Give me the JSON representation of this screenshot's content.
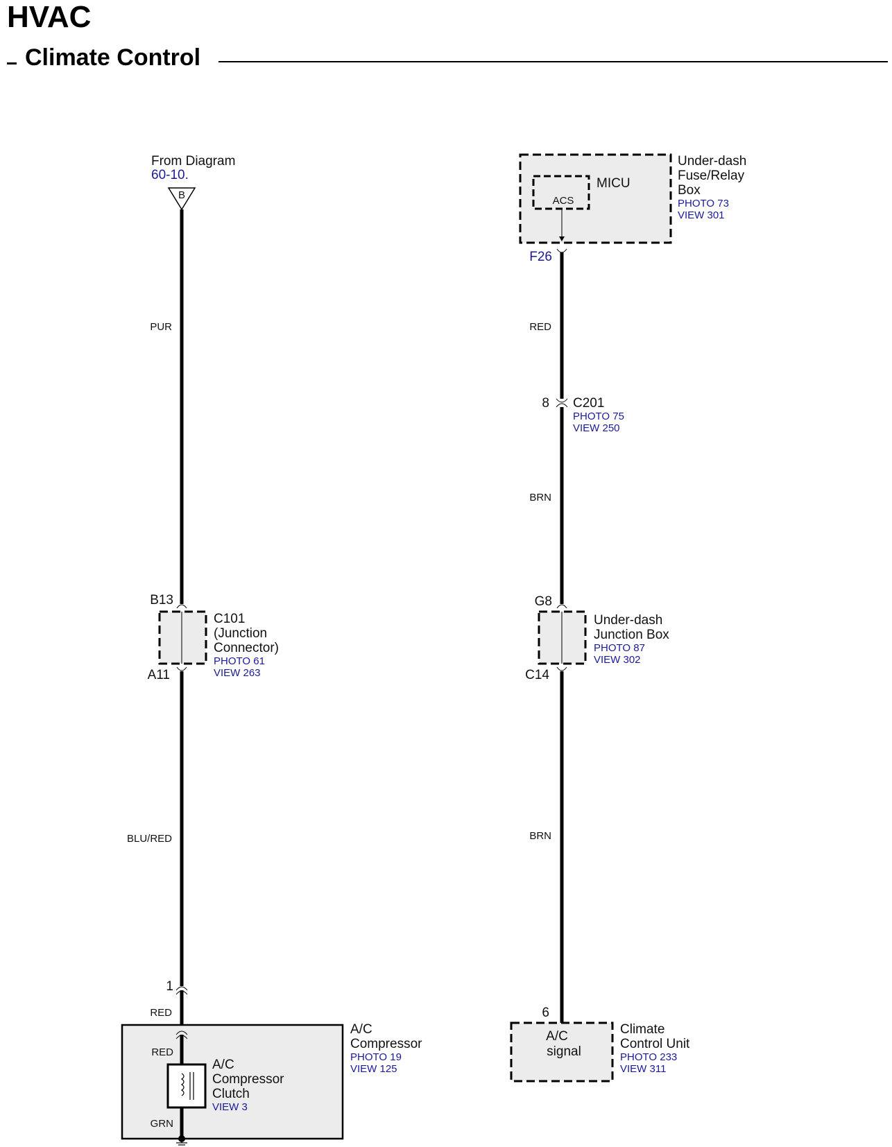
{
  "header": {
    "title": "HVAC",
    "subtitle": "Climate Control"
  },
  "left_circuit": {
    "from_label": "From Diagram",
    "from_ref": "60-10.",
    "connector_letter": "B",
    "wire_1": "PUR",
    "c101": {
      "pin_top": "B13",
      "pin_bottom": "A11",
      "name_line1": "C101",
      "name_line2": "(Junction",
      "name_line3": "Connector)",
      "photo": "PHOTO 61",
      "view": "VIEW 263"
    },
    "wire_2": "BLU/RED",
    "pin_1": "1",
    "wire_3": "RED",
    "compressor": {
      "name_line1": "A/C",
      "name_line2": "Compressor",
      "photo": "PHOTO 19",
      "view": "VIEW 125",
      "inner_wire_top": "RED",
      "inner_wire_bottom": "GRN",
      "clutch_line1": "A/C",
      "clutch_line2": "Compressor",
      "clutch_line3": "Clutch",
      "clutch_view": "VIEW 3"
    }
  },
  "right_circuit": {
    "fuse_box": {
      "name_line1": "Under-dash",
      "name_line2": "Fuse/Relay",
      "name_line3": "Box",
      "photo": "PHOTO 73",
      "view": "VIEW 301",
      "micu": "MICU",
      "acs": "ACS",
      "pin": "F26"
    },
    "wire_1": "RED",
    "c201": {
      "pin": "8",
      "name": "C201",
      "photo": "PHOTO 75",
      "view": "VIEW 250"
    },
    "wire_2": "BRN",
    "junction_box": {
      "pin_top": "G8",
      "pin_bottom": "C14",
      "name_line1": "Under-dash",
      "name_line2": "Junction Box",
      "photo": "PHOTO 87",
      "view": "VIEW 302"
    },
    "wire_3": "BRN",
    "climate_unit": {
      "pin": "6",
      "signal_line1": "A/C",
      "signal_line2": "signal",
      "name_line1": "Climate",
      "name_line2": "Control Unit",
      "photo": "PHOTO 233",
      "view": "VIEW 311"
    }
  }
}
